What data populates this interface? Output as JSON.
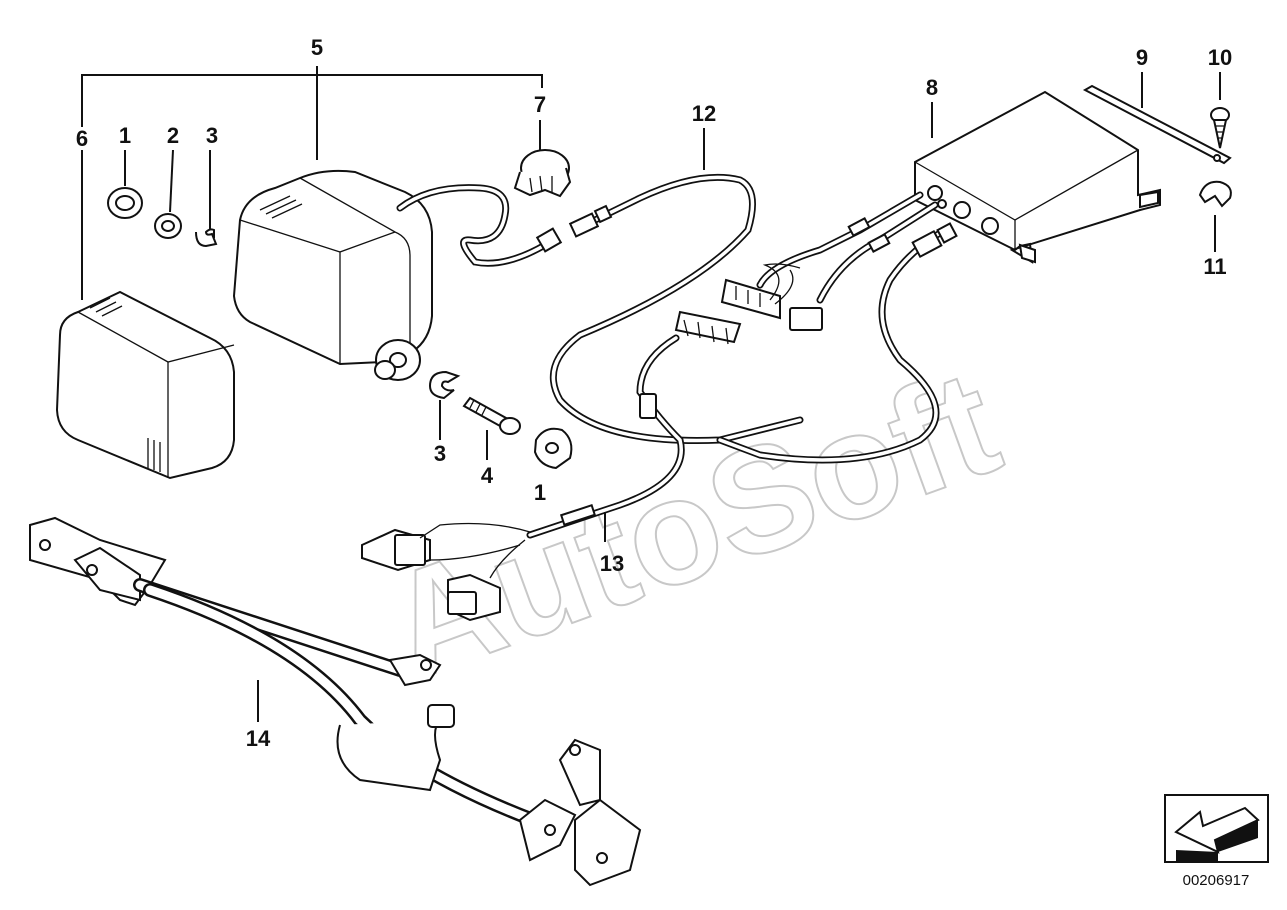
{
  "watermark": "AutoSoft",
  "diagram_code": "00206917",
  "labels": {
    "l1a": "1",
    "l2": "2",
    "l3a": "3",
    "l5": "5",
    "l6": "6",
    "l7": "7",
    "l12": "12",
    "l8": "8",
    "l9": "9",
    "l10": "10",
    "l11": "11",
    "l3b": "3",
    "l4": "4",
    "l1b": "1",
    "l13": "13",
    "l14": "14"
  },
  "icons": {
    "nav": "arrow-down-left-icon"
  }
}
